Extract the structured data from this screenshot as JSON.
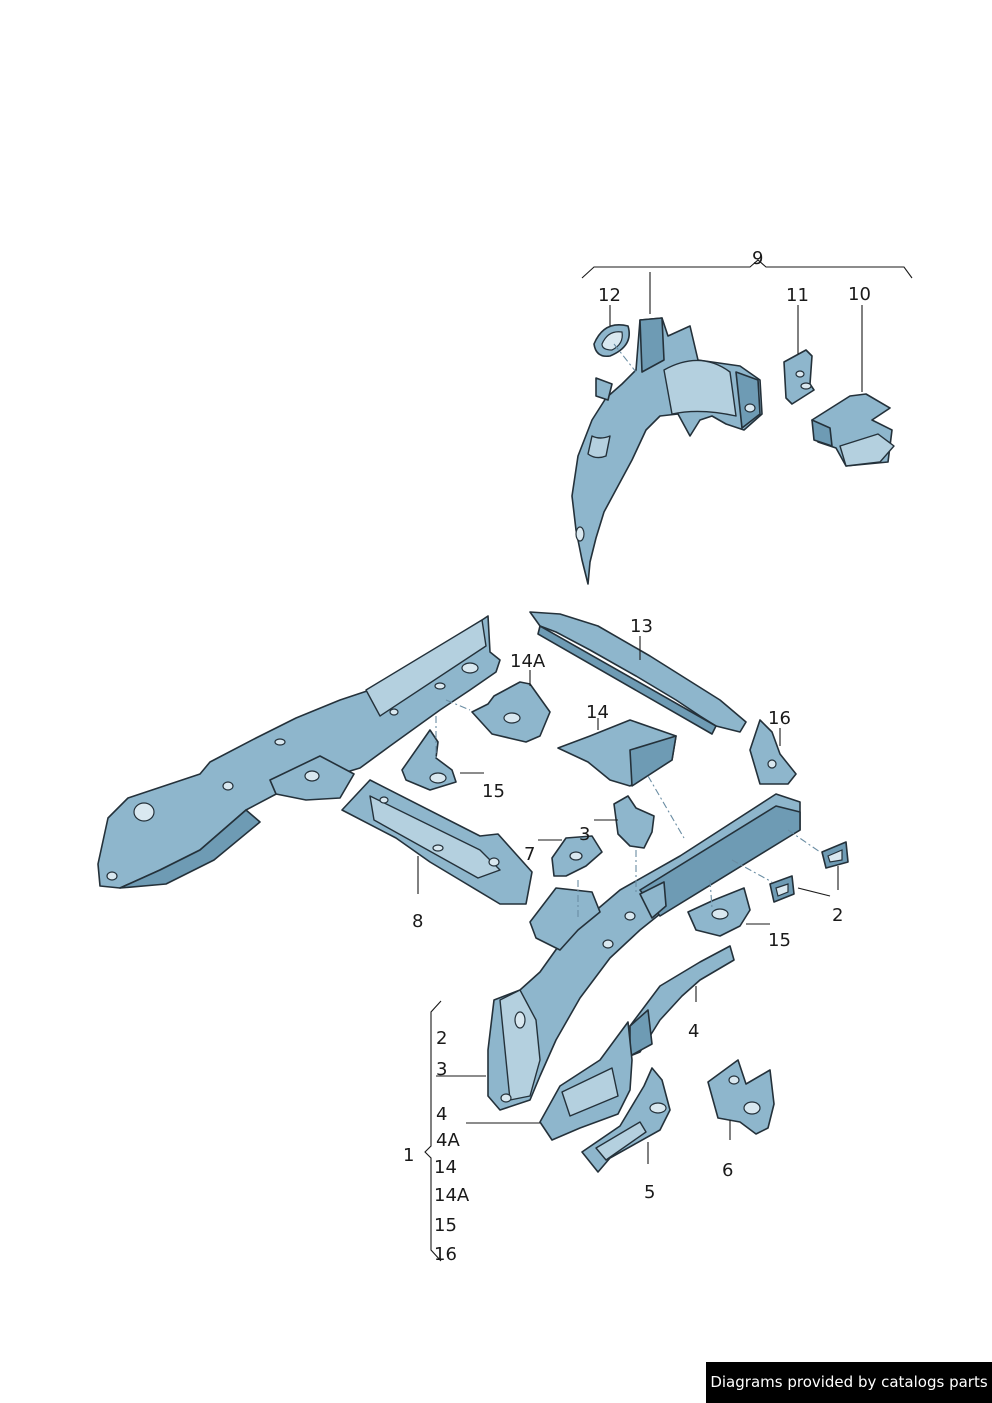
{
  "credit": "Diagrams provided by catalogs parts",
  "colors": {
    "part": "#8eb6cc",
    "outline": "#24313a",
    "background": "#ffffff",
    "credit_bg": "#000000"
  },
  "callouts": {
    "c9": "9",
    "c12": "12",
    "c11": "11",
    "c10": "10",
    "c13": "13",
    "c14A": "14A",
    "c14": "14",
    "c16": "16",
    "c15a": "15",
    "c3": "3",
    "c7": "7",
    "c8": "8",
    "c2": "2",
    "c15b": "15",
    "c4": "4",
    "c5": "5",
    "c6": "6",
    "c1": "1"
  },
  "group_list": [
    "2",
    "3",
    "4",
    "4A",
    "14",
    "14A",
    "15",
    "16"
  ]
}
